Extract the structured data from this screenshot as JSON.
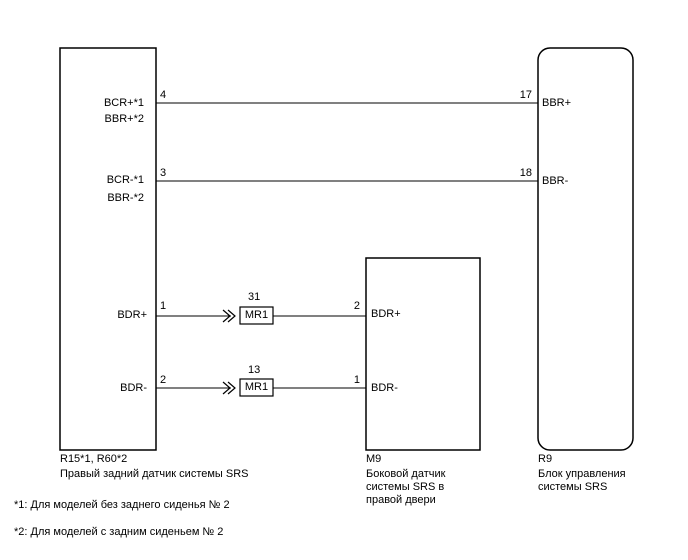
{
  "left_component": {
    "pins": {
      "p1_top": "BCR+*1",
      "p1_bottom": "BBR+*2",
      "p1_num": "4",
      "p2_top": "BCR-*1",
      "p2_bottom": "BBR-*2",
      "p2_num": "3",
      "p3": "BDR+",
      "p3_num": "1",
      "p4": "BDR-",
      "p4_num": "2"
    },
    "code": "R15*1, R60*2",
    "name": "Правый задний датчик системы SRS"
  },
  "middle_component": {
    "pins": {
      "p1": "BDR+",
      "p1_num": "2",
      "p2": "BDR-",
      "p2_num": "1"
    },
    "code": "M9",
    "name_lines": [
      "Боковой датчик",
      "системы SRS в",
      "правой двери"
    ]
  },
  "right_component": {
    "pins": {
      "p1": "BBR+",
      "p1_num": "17",
      "p2": "BBR-",
      "p2_num": "18"
    },
    "code": "R9",
    "name_lines": [
      "Блок управления",
      "системы SRS"
    ]
  },
  "connectors": [
    {
      "num": "31",
      "label": "MR1"
    },
    {
      "num": "13",
      "label": "MR1"
    }
  ],
  "footnotes": {
    "n1": "*1: Для моделей без заднего сиденья № 2",
    "n2": "*2: Для моделей с задним сиденьем № 2"
  }
}
